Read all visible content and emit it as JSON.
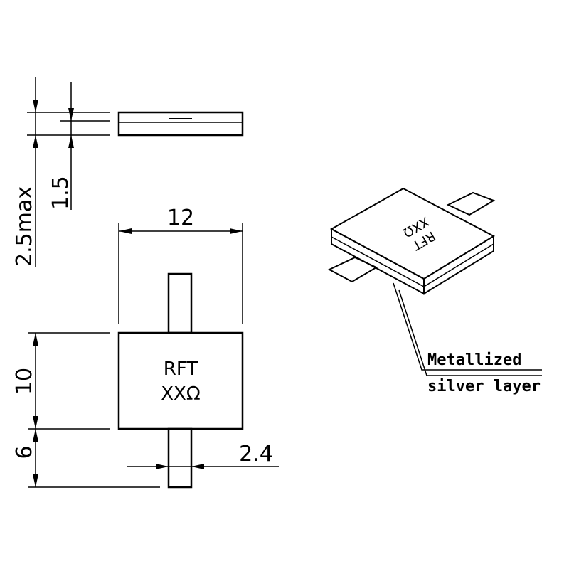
{
  "dimensions": {
    "width": "12",
    "thickness_max": "2.5max",
    "thickness_body": "1.5",
    "length": "10",
    "tab_length": "6",
    "tab_width": "2.4"
  },
  "marking": {
    "line1": "RFT",
    "line2": "XXΩ"
  },
  "callout": {
    "line1": "Metallized",
    "line2": "silver layer"
  }
}
